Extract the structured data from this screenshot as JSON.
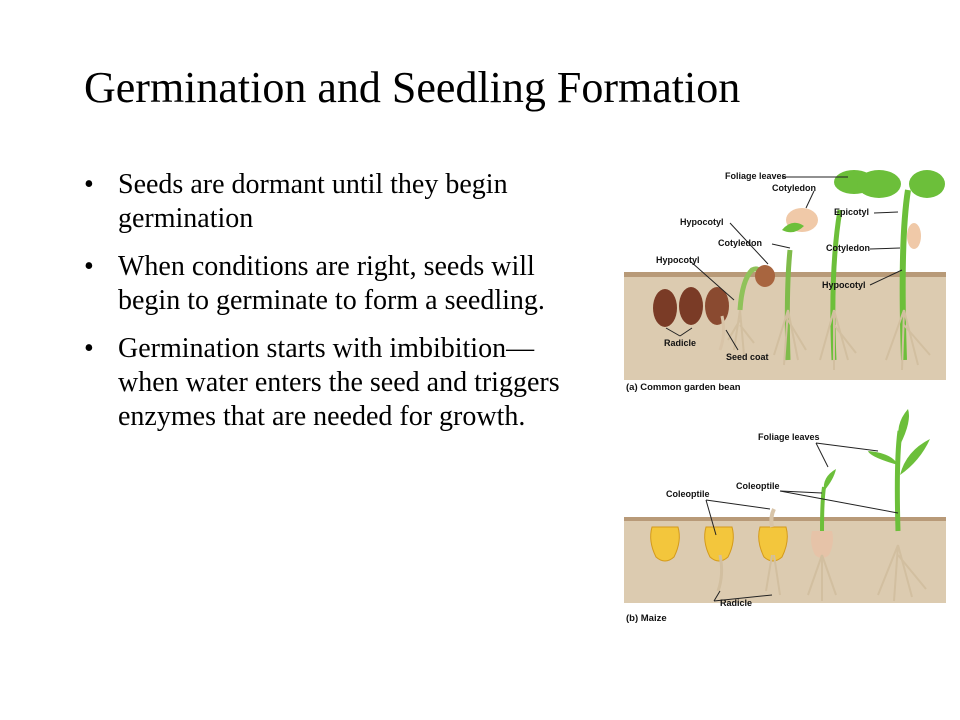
{
  "slide": {
    "title": "Germination and Seedling Formation",
    "bullets": [
      {
        "marker": "•",
        "text": "Seeds are dormant until they begin germination"
      },
      {
        "marker": "•",
        "text": "When conditions are right, seeds will begin to germinate to form a seedling."
      },
      {
        "marker": "•",
        "text": "Germination starts with imbibition—when water enters the seed and triggers enzymes that are needed for growth."
      }
    ]
  },
  "figure": {
    "bean": {
      "caption": "(a) Common garden bean",
      "labels": {
        "foliage_leaves": "Foliage leaves",
        "cotyledon_top": "Cotyledon",
        "epicotyl": "Epicotyl",
        "hypocotyl_upper": "Hypocotyl",
        "cotyledon_mid": "Cotyledon",
        "cotyledon_right": "Cotyledon",
        "hypocotyl_left": "Hypocotyl",
        "hypocotyl_right": "Hypocotyl",
        "radicle": "Radicle",
        "seed_coat": "Seed coat"
      }
    },
    "maize": {
      "caption": "(b) Maize",
      "labels": {
        "foliage_leaves": "Foliage leaves",
        "coleoptile_mid": "Coleoptile",
        "coleoptile_left": "Coleoptile",
        "radicle": "Radicle"
      }
    },
    "colors": {
      "soil": "#dccbb0",
      "soil_top": "#b89a78",
      "bean_seed": "#7a3b26",
      "leaf": "#6cbf3a",
      "maize_kernel": "#f3c63c",
      "cotyledon": "#f0c9a8"
    }
  }
}
